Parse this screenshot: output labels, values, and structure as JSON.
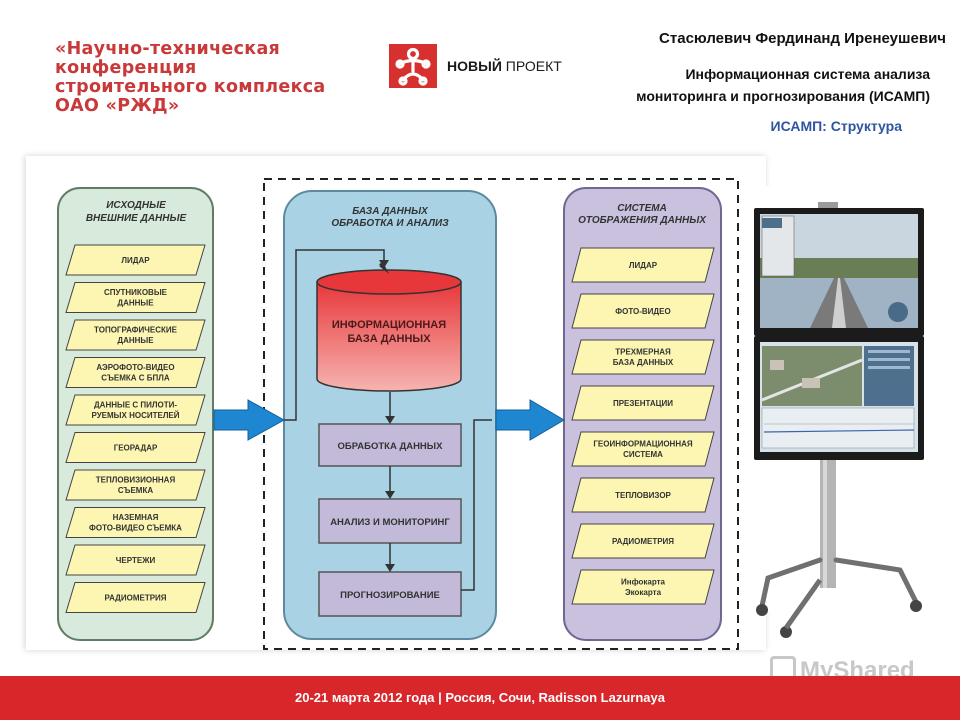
{
  "header": {
    "conference_lines": [
      "«Научно-техническая",
      "конференция",
      "строительного комплекса",
      "ОАО «РЖД»"
    ],
    "project_label_bold": "НОВЫЙ",
    "project_label_rest": " ПРОЕКТ",
    "author": "Стасюлевич Фердинанд Иренеушевич",
    "system_line1": "Информационная система анализа",
    "system_line2": "мониторинга и прогнозирования (ИСАМП)",
    "subtitle": "ИСАМП: Структура"
  },
  "diagram": {
    "left_panel": {
      "title_lines": [
        "ИСХОДНЫЕ",
        "ВНЕШНИЕ ДАННЫЕ"
      ],
      "items": [
        [
          "ЛИДАР"
        ],
        [
          "СПУТНИКОВЫЕ",
          "ДАННЫЕ"
        ],
        [
          "ТОПОГРАФИЧЕСКИЕ",
          "ДАННЫЕ"
        ],
        [
          "АЭРОФОТО-ВИДЕО",
          "СЪЕМКА С БПЛА"
        ],
        [
          "ДАННЫЕ С ПИЛОТИ-",
          "РУЕМЫХ НОСИТЕЛЕЙ"
        ],
        [
          "ГЕОРАДАР"
        ],
        [
          "ТЕПЛОВИЗИОННАЯ",
          "СЪЕМКА"
        ],
        [
          "НАЗЕМНАЯ",
          "ФОТО-ВИДЕО СЪЕМКА"
        ],
        [
          "ЧЕРТЕЖИ"
        ],
        [
          "РАДИОМЕТРИЯ"
        ]
      ]
    },
    "center_panel": {
      "title_lines": [
        "БАЗА ДАННЫХ",
        "ОБРАБОТКА И АНАЛИЗ"
      ],
      "database_lines": [
        "ИНФОРМАЦИОННАЯ",
        "БАЗА ДАННЫХ"
      ],
      "steps": [
        "ОБРАБОТКА ДАННЫХ",
        "АНАЛИЗ И МОНИТОРИНГ",
        "ПРОГНОЗИРОВАНИЕ"
      ]
    },
    "right_panel": {
      "title_lines": [
        "СИСТЕМА",
        "ОТОБРАЖЕНИЯ ДАННЫХ"
      ],
      "items": [
        [
          "ЛИДАР"
        ],
        [
          "ФОТО-ВИДЕО"
        ],
        [
          "ТРЕХМЕРНАЯ",
          "БАЗА ДАННЫХ"
        ],
        [
          "ПРЕЗЕНТАЦИИ"
        ],
        [
          "ГЕОИНФОРМАЦИОННАЯ",
          "СИСТЕМА"
        ],
        [
          "ТЕПЛОВИЗОР"
        ],
        [
          "РАДИОМЕТРИЯ"
        ],
        [
          "Инфокарта",
          "Экокарта"
        ]
      ]
    },
    "colors": {
      "left_panel": "#d7eadc",
      "center_panel": "#a9d3e4",
      "right_panel": "#c9c1de",
      "parallelogram": "#fcf6b2",
      "step_box": "#c3bad9",
      "database": "#e8373a",
      "arrow": "#1f86d1"
    }
  },
  "footer": {
    "text": "20-21 марта 2012 года   |   Россия, Сочи, Radisson Lazurnaya",
    "watermark": "MyShared"
  }
}
